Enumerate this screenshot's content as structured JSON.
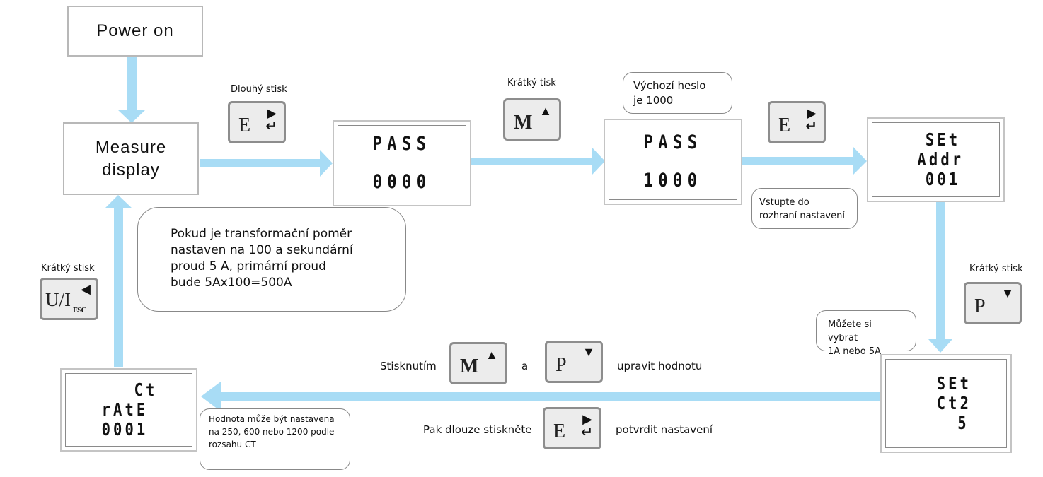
{
  "colors": {
    "arrow": "#a8dcf5",
    "box_border": "#b8b8b8",
    "key_bg": "#ececec",
    "key_border": "#8d8d8d"
  },
  "flow": {
    "power_on": "Power on",
    "measure_display": [
      "Measure",
      "display"
    ]
  },
  "screens": {
    "pass_default": {
      "lines": [
        "PASS",
        "0000"
      ]
    },
    "pass_entered": {
      "lines": [
        "PASS",
        "1000"
      ]
    },
    "set_addr": {
      "lines": [
        "SEt",
        "Addr",
        "001"
      ]
    },
    "set_ct2": {
      "lines": [
        "SEt",
        "Ct2",
        "5"
      ]
    },
    "ct_rate": {
      "lines": [
        "Ct",
        "rAtE",
        "0001"
      ]
    }
  },
  "keys": {
    "E": {
      "letter": "E",
      "symbol": "▶ ↵",
      "icon": "enter-right-icon"
    },
    "M": {
      "letter": "M",
      "symbol": "▲",
      "icon": "up-triangle-icon"
    },
    "P": {
      "letter": "P",
      "symbol": "▼",
      "icon": "down-triangle-icon"
    },
    "UI": {
      "letter": "U/I",
      "sub": "ESC",
      "symbol": "◀",
      "icon": "left-triangle-icon"
    }
  },
  "labels": {
    "long_press": "Dlouhý stisk",
    "short_press_m": "Krátký tisk",
    "short_press_p": "Krátký stisk",
    "short_press_ui": "Krátký stisk"
  },
  "notes": {
    "default_password": "Výchozí heslo\nje 1000",
    "enter_settings": "Vstupte do\n rozhraní nastavení",
    "choose_1a_5a": "Můžete si vybrat\n1A nebo 5A",
    "ratio_example": "Pokud je transformační poměr\nnastaven na 100 a sekundární\nproud 5 A, primární proud\nbude 5Ax100=500A",
    "ct_values": "Hodnota může být nastavena\n na 250, 600 nebo 1200 podle\n rozsahu CT"
  },
  "instructions": {
    "press_prefix": "Stisknutím",
    "and": "a",
    "adjust_value": "upravit hodnotu",
    "then_long_press": "Pak dlouze stiskněte",
    "confirm_setting": "potvrdit nastavení"
  }
}
